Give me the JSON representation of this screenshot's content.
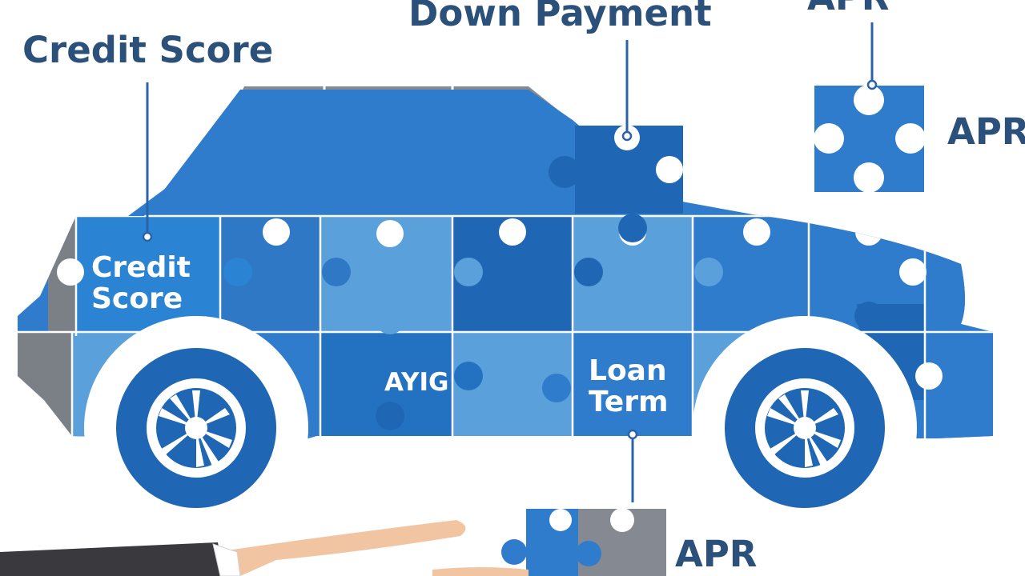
{
  "labels": {
    "credit_score_top": "Credit Score",
    "down_payment": "Down Payment",
    "apr_top": "APR",
    "apr_right": "APR",
    "apr_bottom": "APR",
    "credit_score_piece": "Credit\nScore",
    "garbled_piece": "AYIG",
    "loan_term_piece": "Loan\nTerm"
  },
  "colors": {
    "text_dark": "#2b5079",
    "blue_light": "#5aa1dc",
    "blue_mid": "#2f7ccc",
    "blue_dark": "#1f67b4",
    "gray": "#7b7f86",
    "skin": "#f2c5a2",
    "sleeve": "#3a3a3e"
  },
  "icons": [
    "car-icon",
    "wheel-icon",
    "puzzle-piece-icon",
    "hand-icon"
  ]
}
